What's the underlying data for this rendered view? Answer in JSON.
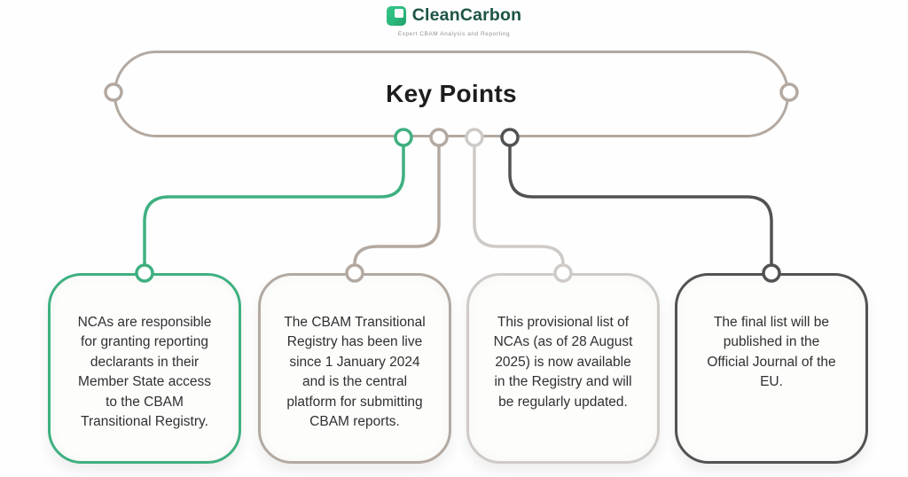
{
  "logo": {
    "name": "CleanCarbon",
    "tagline": "Expert CBAM Analysis and Reporting",
    "icon_color": "#2cb97c",
    "text_color": "#1c5446"
  },
  "header": {
    "title": "Key Points",
    "border_color": "#b3a9a1"
  },
  "cards": [
    {
      "id": 1,
      "accent": "#3fb080",
      "text": "NCAs are responsible\nfor granting reporting\ndeclarants in their\nMember State access\nto the CBAM\nTransitional Registry."
    },
    {
      "id": 2,
      "accent": "#b3a9a1",
      "text": "The CBAM Transitional\nRegistry has been live\nsince 1 January 2024\nand is the central\nplatform for submitting\nCBAM reports."
    },
    {
      "id": 3,
      "accent": "#cecac7",
      "text": "This provisional list of\nNCAs (as of 28 August\n2025) is now available\nin the Registry and will\nbe regularly updated."
    },
    {
      "id": 4,
      "accent": "#525252",
      "text": "The final list will be\npublished in the\nOfficial Journal of the\nEU."
    }
  ]
}
